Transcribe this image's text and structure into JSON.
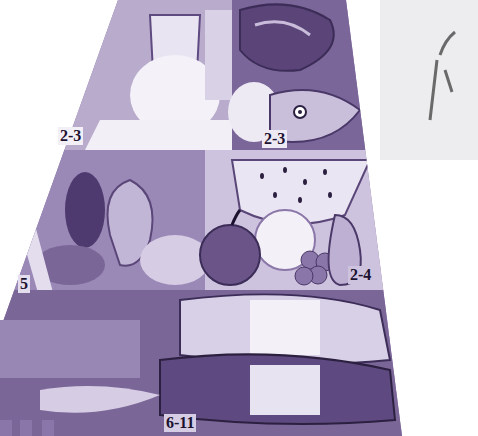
{
  "diagram": {
    "labels": [
      "2-3",
      "2-3",
      "5",
      "2-4",
      "6-11"
    ]
  }
}
